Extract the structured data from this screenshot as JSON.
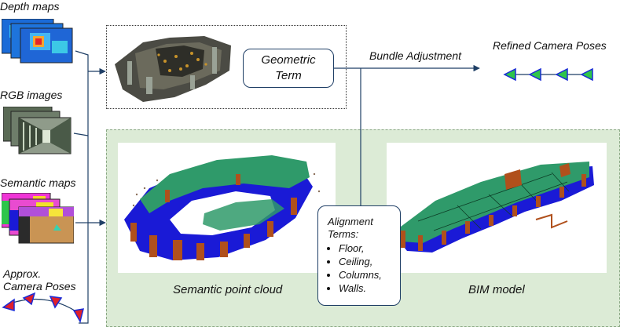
{
  "inputs": {
    "depth_maps": "Depth maps",
    "rgb_images": "RGB images",
    "semantic_maps": "Semantic maps",
    "approx_poses_line1": "Approx.",
    "approx_poses_line2": "Camera Poses"
  },
  "geometric_term": {
    "line1": "Geometric",
    "line2": "Term"
  },
  "bundle_adjustment": "Bundle Adjustment",
  "refined_poses": "Refined Camera Poses",
  "alignment": {
    "title_line1": "Alignment",
    "title_line2": "Terms:",
    "items": [
      "Floor,",
      "Ceiling,",
      "Columns,",
      "Walls."
    ]
  },
  "captions": {
    "semantic_point_cloud": "Semantic point cloud",
    "bim_model": "BIM model"
  },
  "colors": {
    "arrow": "#1f3f66",
    "panel": "#dcebd6",
    "pose_fill_green": "#2ec54a",
    "pose_fill_red": "#e0202a",
    "pose_outline": "#1a2bd6",
    "floor_blue": "#1a1ad6",
    "ceiling_green": "#2f9a6a",
    "wall_brown": "#b0501c"
  }
}
